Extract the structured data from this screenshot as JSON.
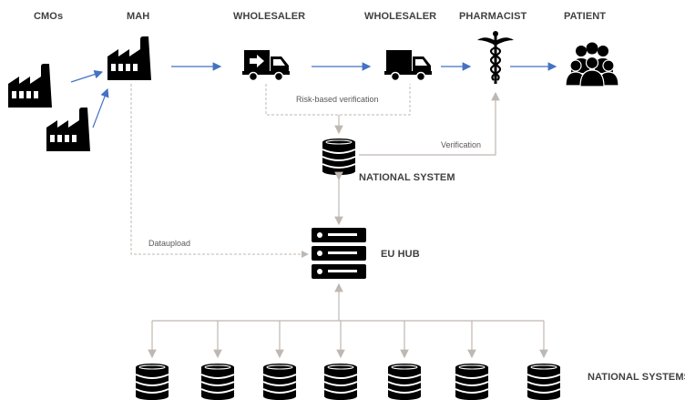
{
  "headers": {
    "cmos": "CMOs",
    "mah": "MAH",
    "wholesaler1": "WHOLESALER",
    "wholesaler2": "WHOLESALER",
    "pharmacist": "PHARMACIST",
    "patient": "PATIENT"
  },
  "flow_labels": {
    "risk_based": "Risk-based verification",
    "verification": "Verification",
    "dataupload": "Dataupload"
  },
  "nodes": {
    "national_system": "NATIONAL SYSTEM",
    "eu_hub": "EU HUB",
    "national_systems": "NATIONAL SYSTEMS"
  },
  "colors": {
    "flow_arrow": "#4472c4",
    "connector": "#bfb8b2",
    "icon": "#000000",
    "text": "#404040"
  },
  "icons": [
    "factory-icon",
    "truck-icon",
    "caduceus-icon",
    "people-icon",
    "database-icon",
    "server-icon"
  ]
}
